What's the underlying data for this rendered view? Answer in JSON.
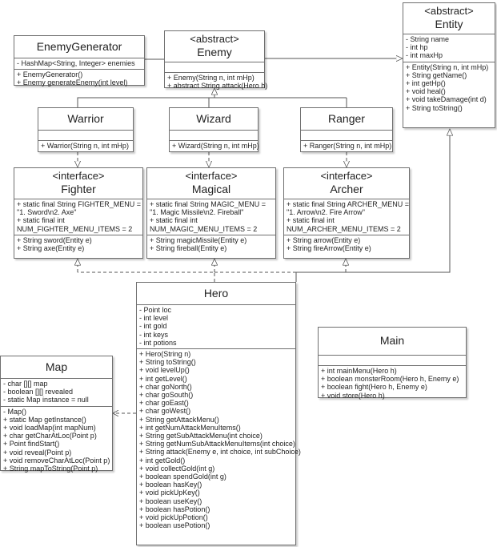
{
  "classes": {
    "entity": {
      "stereotype": "<abstract>",
      "name": "Entity",
      "attributes": [
        "- String name",
        "- int hp",
        "- int maxHp"
      ],
      "operations": [
        "+ Entity(String n, int mHp)",
        "+ String getName()",
        "+ int getHp()",
        "+ void heal()",
        "+ void takeDamage(int d)",
        "+ String toString()"
      ]
    },
    "enemy_generator": {
      "name": "EnemyGenerator",
      "attributes": [
        "- HashMap<String, Integer> enemies"
      ],
      "operations": [
        "+ EnemyGenerator()",
        "+ Enemy generateEnemy(int level)"
      ]
    },
    "enemy": {
      "stereotype": "<abstract>",
      "name": "Enemy",
      "operations": [
        "+ Enemy(String n, int mHp)",
        "+ abstract String attack(Hero h)"
      ]
    },
    "warrior": {
      "name": "Warrior",
      "operations": [
        "+ Warrior(String n, int mHp)"
      ]
    },
    "wizard": {
      "name": "Wizard",
      "operations": [
        "+ Wizard(String n, int mHp)"
      ]
    },
    "ranger": {
      "name": "Ranger",
      "operations": [
        "+ Ranger(String n, int mHp)"
      ]
    },
    "fighter": {
      "stereotype": "<interface>",
      "name": "Fighter",
      "attributes": [
        "+ static final String FIGHTER_MENU =",
        "\"1. Sword\\n2. Axe\"",
        "+ static final int",
        "NUM_FIGHTER_MENU_ITEMS = 2"
      ],
      "operations": [
        "+ String sword(Entity e)",
        "+ String axe(Entity e)"
      ]
    },
    "magical": {
      "stereotype": "<interface>",
      "name": "Magical",
      "attributes": [
        "+ static final String MAGIC_MENU =",
        "\"1. Magic Missile\\n2. Fireball\"",
        "+ static final int",
        "NUM_MAGIC_MENU_ITEMS = 2"
      ],
      "operations": [
        "+ String magicMissile(Entity e)",
        "+ String fireball(Entity e)"
      ]
    },
    "archer": {
      "stereotype": "<interface>",
      "name": "Archer",
      "attributes": [
        "+ static final String ARCHER_MENU =",
        "\"1. Arrow\\n2. Fire Arrow\"",
        "+ static final int",
        "NUM_ARCHER_MENU_ITEMS = 2"
      ],
      "operations": [
        "+ String arrow(Entity e)",
        "+ String fireArrow(Entity e)"
      ]
    },
    "hero": {
      "name": "Hero",
      "attributes": [
        "- Point loc",
        "- int level",
        "- int gold",
        "- int keys",
        "- int potions"
      ],
      "operations": [
        "+ Hero(String n)",
        "+ String toString()",
        "+ void levelUp()",
        "+ int getLevel()",
        "+ char goNorth()",
        "+ char goSouth()",
        "+ char goEast()",
        "+ char goWest()",
        "+ String getAttackMenu()",
        "+ int getNumAttackMenuItems()",
        "+ String getSubAttackMenu(int choice)",
        "+ String getNumSubAttackMenuItems(int choice)",
        "+ String attack(Enemy e, int choice, int subChoice)",
        "+ int getGold()",
        "+ void collectGold(int g)",
        "+ boolean spendGold(int g)",
        "+ boolean hasKey()",
        "+ void pickUpKey()",
        "+ boolean useKey()",
        "+ boolean hasPotion()",
        "+ void pickUpPotion()",
        "+ boolean usePotion()"
      ]
    },
    "map": {
      "name": "Map",
      "attributes": [
        "- char [][] map",
        "- boolean [][] revealed",
        "- static Map instance = null"
      ],
      "operations": [
        "- Map()",
        "+ static Map getInstance()",
        "+ void loadMap(int mapNum)",
        "+ char getCharAtLoc(Point p)",
        "+ Point findStart()",
        "+ void reveal(Point p)",
        "+ void removeCharAtLoc(Point p)",
        "+ String mapToString(Point p)"
      ]
    },
    "main": {
      "name": "Main",
      "operations": [
        "+ int mainMenu(Hero h)",
        "+ boolean monsterRoom(Hero h, Enemy e)",
        "+ boolean fight(Hero h, Enemy e)",
        "+ void store(Hero h)"
      ]
    }
  },
  "relationships": [
    {
      "from": "enemy",
      "to": "entity",
      "kind": "generalization"
    },
    {
      "from": "hero",
      "to": "entity",
      "kind": "generalization"
    },
    {
      "from": "warrior",
      "to": "enemy",
      "kind": "generalization"
    },
    {
      "from": "wizard",
      "to": "enemy",
      "kind": "generalization"
    },
    {
      "from": "ranger",
      "to": "enemy",
      "kind": "generalization"
    },
    {
      "from": "warrior",
      "to": "fighter",
      "kind": "realization"
    },
    {
      "from": "wizard",
      "to": "magical",
      "kind": "realization"
    },
    {
      "from": "ranger",
      "to": "archer",
      "kind": "realization"
    },
    {
      "from": "hero",
      "to": "fighter",
      "kind": "realization"
    },
    {
      "from": "hero",
      "to": "magical",
      "kind": "realization"
    },
    {
      "from": "hero",
      "to": "archer",
      "kind": "realization"
    },
    {
      "from": "enemy_generator",
      "to": "enemy",
      "kind": "composition"
    },
    {
      "from": "hero",
      "to": "map",
      "kind": "dependency"
    }
  ]
}
